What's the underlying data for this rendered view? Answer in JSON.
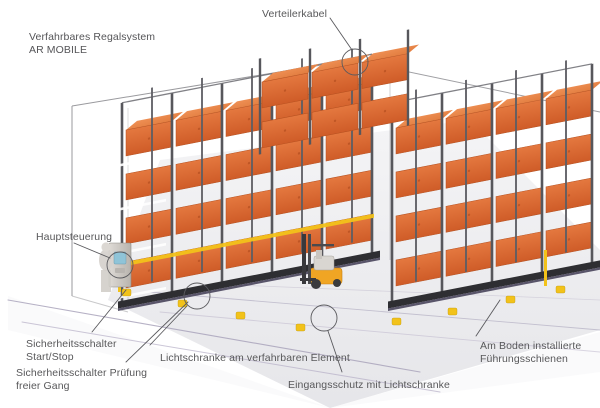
{
  "document": {
    "title": "Verfahrbares Regalsystem AR MOBILE",
    "background_color": "#ffffff",
    "text_color": "#58585a"
  },
  "title_block": {
    "line1": "Verfahrbares Regalsystem",
    "line2": "AR MOBILE",
    "text": "Verfahrbares Regalsystem\nAR MOBILE"
  },
  "callouts": [
    {
      "id": "verteilerkabel",
      "label": "Verteilerkabel",
      "position": "top-center",
      "marker": "circle",
      "target": "ceiling distribution cable junction"
    },
    {
      "id": "hauptsteuerung",
      "label": "Hauptsteuerung",
      "position": "left",
      "marker": "circle",
      "target": "main control cabinet at end of aisle"
    },
    {
      "id": "sicherheitsschalter-start-stop",
      "label": "Sicherheitsschalter\nStart/Stop",
      "line1": "Sicherheitsschalter",
      "line2": "Start/Stop",
      "position": "bottom-left",
      "marker": "leader-line",
      "target": "yellow safety bollard at rack base"
    },
    {
      "id": "sicherheitsschalter-pruefung",
      "label": "Sicherheitsschalter Prüfung\nfreier Gang",
      "line1": "Sicherheitsschalter Prüfung",
      "line2": "freier Gang",
      "position": "bottom-left",
      "marker": "leader-line",
      "target": "aisle clearance check switch"
    },
    {
      "id": "lichtschranke-verfahrbares-element",
      "label": "Lichtschranke am verfahrbaren Element",
      "position": "bottom-center",
      "marker": "circle",
      "target": "photoelectric barrier on mobile base"
    },
    {
      "id": "eingangsschutz-lichtschranke",
      "label": "Eingangsschutz mit Lichtschranke",
      "position": "bottom-center-right",
      "marker": "circle",
      "target": "aisle entry photoelectric protection"
    },
    {
      "id": "am-boden-installierte-fuehrungsschienen",
      "label": "Am Boden installierte\nFührungsschienen",
      "line1": "Am Boden installierte",
      "line2": "Führungsschienen",
      "position": "bottom-right",
      "marker": "leader-line",
      "target": "floor mounted guide rails"
    }
  ],
  "scene": {
    "type": "3d-isometric-render",
    "subject": "mobile pallet racking system in warehouse",
    "elements": [
      "room wireframe outline",
      "left rack block",
      "right rack block",
      "centre aisle",
      "forklift truck",
      "floor guide rails",
      "yellow safety bollards",
      "main control cabinet",
      "operator figure"
    ],
    "colors": {
      "rack_beam_orange": "#ef7c21",
      "pallet_load_orange": "#d9622e",
      "pallet_load_orange_light": "#e8884a",
      "upright_grey": "#57575c",
      "floor_grey": "#e9e9ec",
      "floor_rail_purple": "#9b8fb5",
      "base_dark": "#2e2e32",
      "bollard_yellow": "#f2c21a",
      "forklift_yellow": "#f0a524",
      "forklift_dark": "#38383c",
      "wireframe_line": "#9a9a9e",
      "leader_line": "#5a5a5e",
      "cabinet_grey": "#c9c6c2"
    }
  }
}
